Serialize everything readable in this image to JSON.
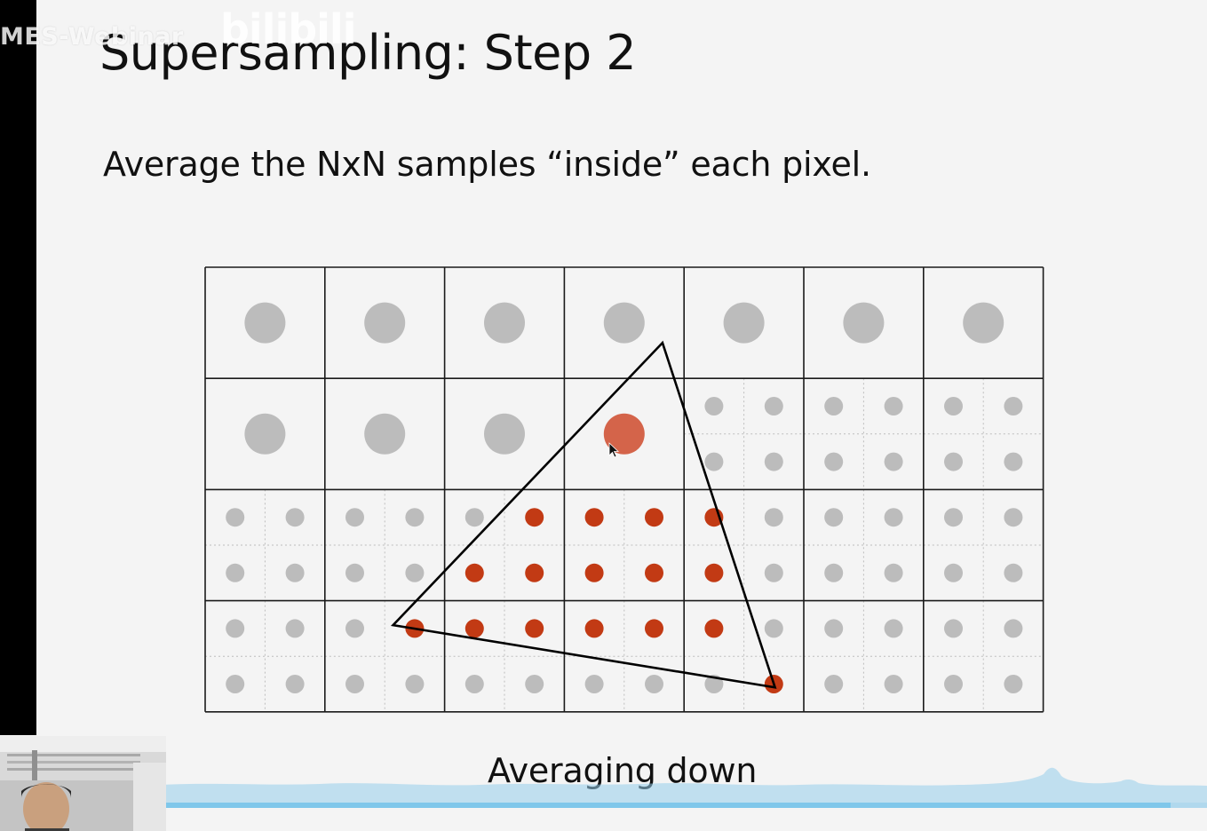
{
  "slide": {
    "title": "Supersampling: Step 2",
    "subtitle": "Average the NxN samples “inside” each pixel.",
    "caption": "Averaging down"
  },
  "watermark": {
    "text": "MES-Webinar",
    "logo": "bilibili"
  },
  "player": {
    "progress_percent": 97
  },
  "grid": {
    "cols": 7,
    "rows": 4,
    "rows_single_sample": [
      0,
      1
    ],
    "rows_subsampled": [
      2,
      3
    ],
    "single_sample_cells": [
      [
        0,
        0
      ],
      [
        0,
        1
      ],
      [
        0,
        2
      ],
      [
        0,
        3
      ],
      [
        0,
        4
      ],
      [
        0,
        5
      ],
      [
        0,
        6
      ],
      [
        1,
        0
      ],
      [
        1,
        1
      ],
      [
        1,
        2
      ],
      [
        1,
        3
      ]
    ],
    "colored_single_cells": [
      [
        1,
        3
      ]
    ],
    "subsampled_cells_row1_from_col": 4,
    "covered_subsamples": [
      [
        4,
        5
      ],
      [
        4,
        6
      ],
      [
        4,
        7
      ],
      [
        4,
        8
      ],
      [
        5,
        4
      ],
      [
        5,
        5
      ],
      [
        5,
        6
      ],
      [
        5,
        7
      ],
      [
        5,
        8
      ],
      [
        6,
        3
      ],
      [
        6,
        4
      ],
      [
        6,
        5
      ],
      [
        6,
        6
      ],
      [
        6,
        7
      ],
      [
        6,
        8
      ],
      [
        7,
        9
      ]
    ],
    "triangle_vertices_data": [
      [
        3.82,
        0.68
      ],
      [
        1.57,
        3.22
      ],
      [
        4.76,
        3.78
      ]
    ]
  },
  "colors": {
    "background": "#f4f4f4",
    "grid_line": "#1a1a1a",
    "grid_subline": "#bdbdbd",
    "sample_gray": "#bcbcbc",
    "sample_red": "#c23a14",
    "sample_averaged": "#d4644a",
    "triangle": "#000000",
    "progress": "#7fc7ea"
  }
}
